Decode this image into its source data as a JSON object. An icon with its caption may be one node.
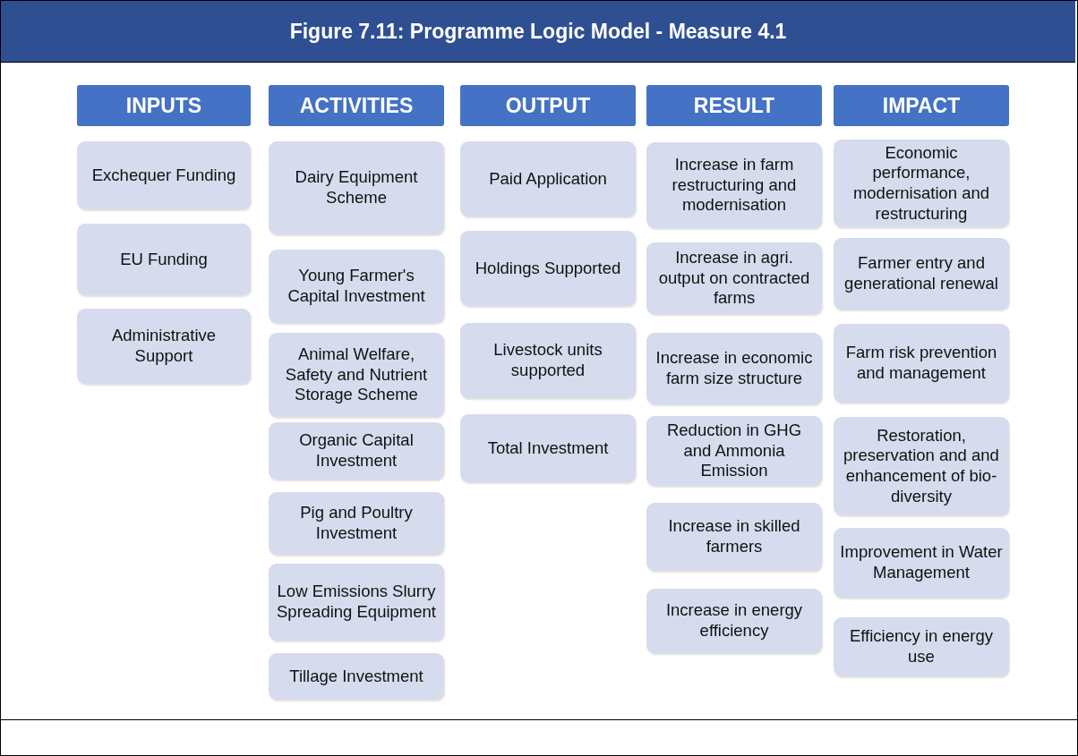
{
  "diagram": {
    "title": "Figure 7.11: Programme Logic Model - Measure 4.1",
    "nodes": [
      {
        "text": [
          "INPUTS"
        ]
      },
      {
        "text": [
          "Exchequer Funding"
        ]
      },
      {
        "text": [
          "EU Funding"
        ]
      },
      {
        "text": [
          "Administrative Support"
        ]
      },
      {
        "text": [
          "ACTIVITIES"
        ]
      },
      {
        "text": [
          "Dairy Equipment Scheme"
        ]
      },
      {
        "text": [
          "Young Farmer's Capital Investment"
        ]
      },
      {
        "text": [
          "Animal Welfare, Safety and Nutrient Storage Scheme"
        ]
      },
      {
        "text": [
          "Organic Capital Investment"
        ]
      },
      {
        "text": [
          "Pig and Poultry Investment"
        ]
      },
      {
        "text": [
          "Low Emissions Slurry Spreading Equipment"
        ]
      },
      {
        "text": [
          "Tillage Investment"
        ]
      },
      {
        "text": [
          "OUTPUT"
        ]
      },
      {
        "text": [
          "Paid Application"
        ]
      },
      {
        "text": [
          "Holdings Supported"
        ]
      },
      {
        "text": [
          "Livestock units supported"
        ]
      },
      {
        "text": [
          "Total Investment"
        ]
      },
      {
        "text": [
          "RESULT"
        ]
      },
      {
        "text": [
          "Increase in farm restructuring and modernisation"
        ]
      },
      {
        "text": [
          "Increase in agri. output on contracted farms"
        ]
      },
      {
        "text": [
          "Increase in economic farm size structure"
        ]
      },
      {
        "text": [
          "Reduction in GHG and Ammonia Emission"
        ]
      },
      {
        "text": [
          "Increase in skilled farmers"
        ]
      },
      {
        "text": [
          "Increase in energy efficiency"
        ]
      },
      {
        "text": [
          "IMPACT"
        ]
      },
      {
        "text": [
          "Economic performance, modernisation and restructuring"
        ]
      },
      {
        "text": [
          "Farmer entry and generational renewal"
        ]
      },
      {
        "text": [
          "Farm risk prevention and management"
        ]
      },
      {
        "text": [
          "Restoration, preservation and and enhancement of bio-diversity"
        ]
      },
      {
        "text": [
          "Improvement in Water Management"
        ]
      },
      {
        "text": [
          "Efficiency in energy use"
        ]
      }
    ],
    "edges": []
  }
}
